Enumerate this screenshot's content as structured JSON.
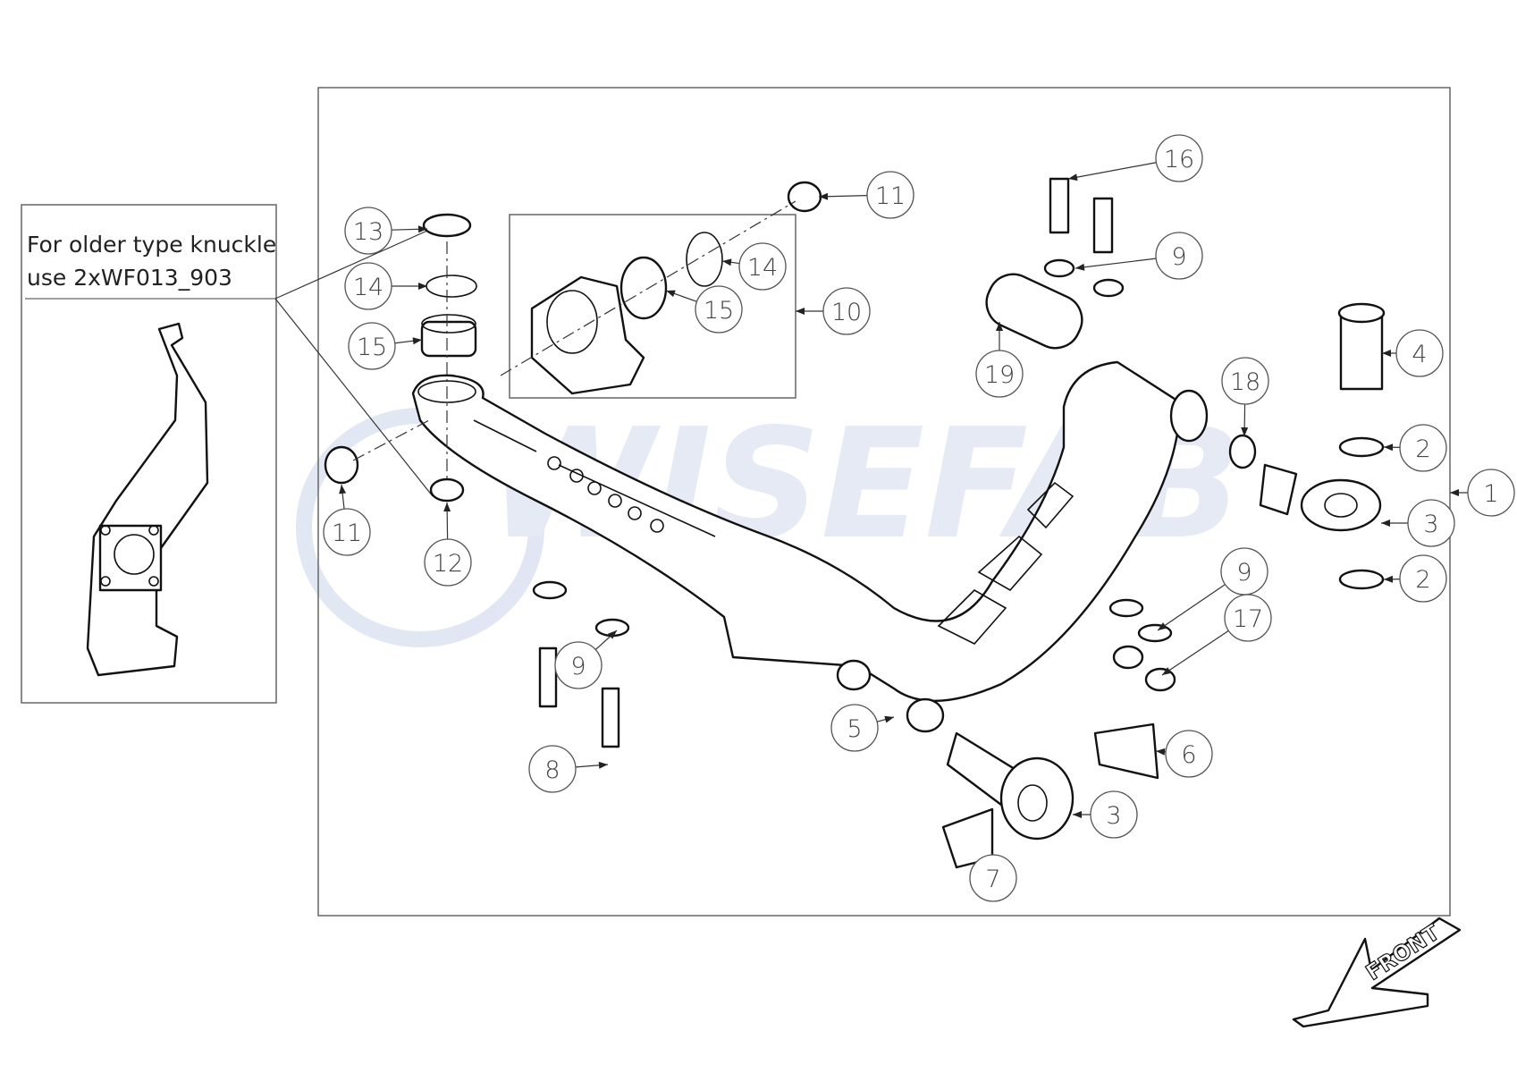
{
  "note": {
    "line1": "For older type knuckle",
    "line2": "use 2xWF013_903"
  },
  "watermark": "WISEFAB",
  "front_arrow": "FRONT",
  "callouts": [
    "13",
    "14",
    "15",
    "11",
    "12",
    "11",
    "14",
    "15",
    "10",
    "16",
    "9",
    "19",
    "18",
    "4",
    "2",
    "1",
    "3",
    "2",
    "9",
    "17",
    "9",
    "8",
    "5",
    "6",
    "3",
    "7"
  ],
  "colors": {
    "line": "#111111",
    "frame": "#555555",
    "watermark": "#dfe4f3"
  }
}
